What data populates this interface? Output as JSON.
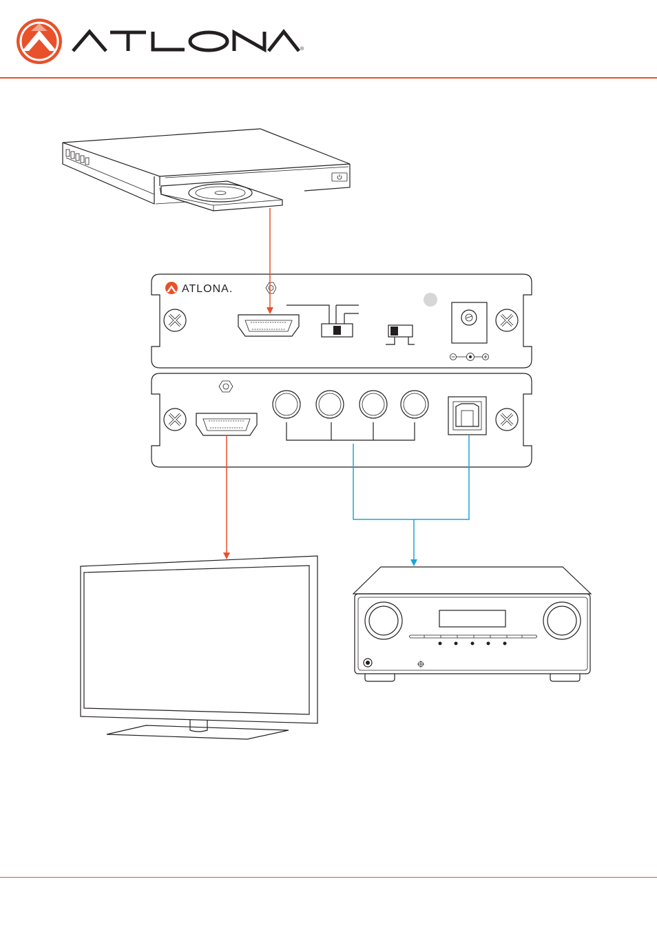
{
  "brand": {
    "name": "ATLONA",
    "registered_mark": "®",
    "accent_color": "#e8512a",
    "panel_logo_text": "ATLONA."
  },
  "colors": {
    "hdmi_cable": "#e8512a",
    "audio_cable": "#1ba3dc",
    "outline": "#231f20"
  },
  "icons": {
    "power_button": "power-icon",
    "dc_polarity": "dc-polarity-symbol",
    "screws": "screw-icon"
  }
}
